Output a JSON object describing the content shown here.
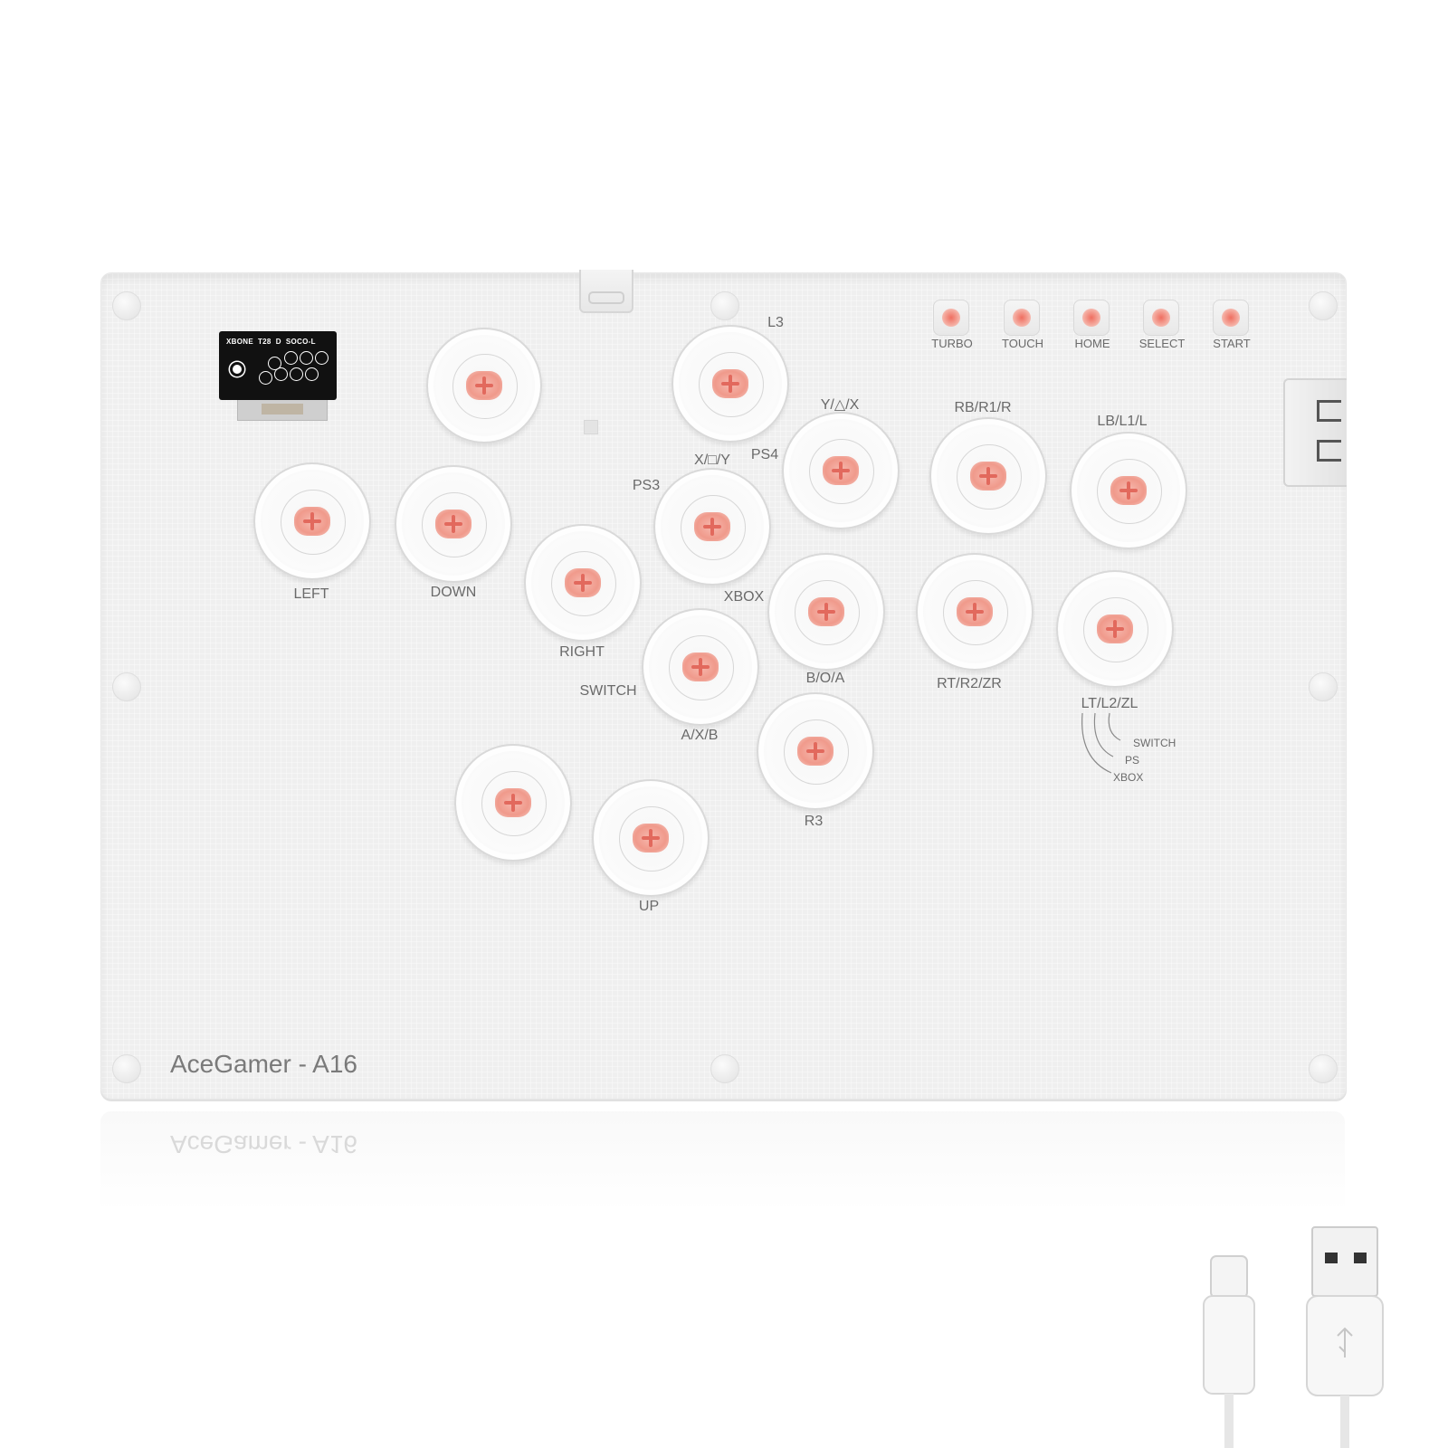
{
  "brand": "AceGamer - A16",
  "oled": {
    "header": "XBONE  T28  D  SOCO-L"
  },
  "top_buttons": [
    {
      "id": "turbo",
      "label": "TURBO"
    },
    {
      "id": "touch",
      "label": "TOUCH"
    },
    {
      "id": "home",
      "label": "HOME"
    },
    {
      "id": "select",
      "label": "SELECT"
    },
    {
      "id": "start",
      "label": "START"
    }
  ],
  "button_labels": {
    "l3": "L3",
    "y": "Y/△/X",
    "x": "X/□/Y",
    "ps4": "PS4",
    "ps3": "PS3",
    "rb": "RB/R1/R",
    "lb": "LB/L1/L",
    "left": "LEFT",
    "down": "DOWN",
    "right": "RIGHT",
    "xbox": "XBOX",
    "switch": "SWITCH",
    "b": "B/O/A",
    "rt": "RT/R2/ZR",
    "lt": "LT/L2/ZL",
    "a": "A/X/B",
    "r3": "R3",
    "up": "UP"
  },
  "mode_legend": {
    "switch": "SWITCH",
    "ps": "PS",
    "xbox": "XBOX"
  }
}
